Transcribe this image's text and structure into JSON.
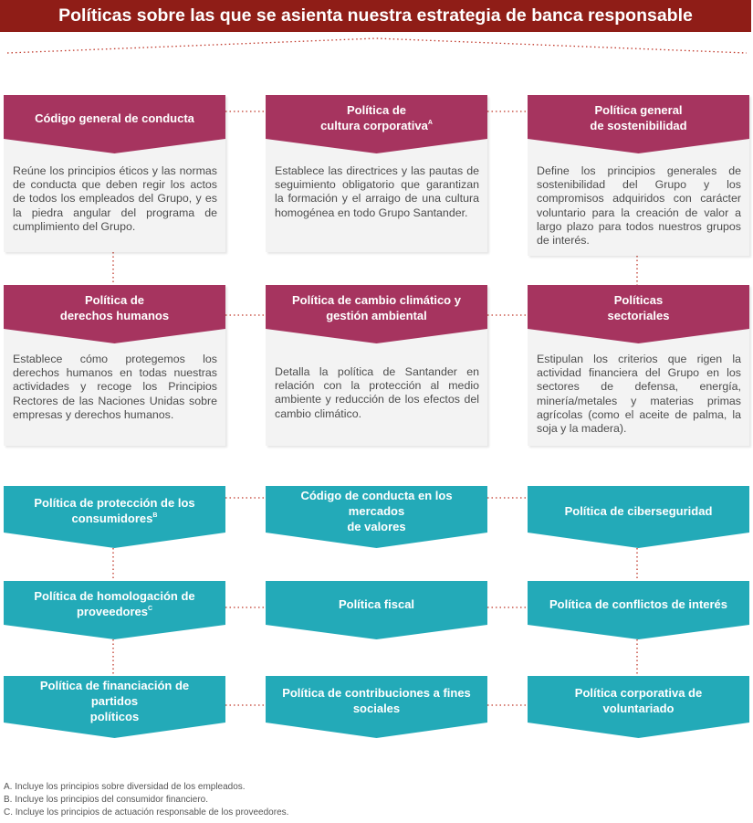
{
  "title": "Políticas sobre las que se asienta nuestra estrategia de banca responsable",
  "colors": {
    "banner": "#8f1d17",
    "maroon_header": "#a6345f",
    "teal_header": "#23aab8",
    "connector": "#c0392b",
    "card_bg": "#f3f3f3",
    "text": "#4d4d4d"
  },
  "policies_with_description": [
    {
      "title": "Código general de conducta",
      "note": "",
      "description": "Reúne los principios éticos y las normas de conducta que deben regir los actos de todos los empleados del Grupo, y es la piedra angular del programa de cumplimiento del Grupo."
    },
    {
      "title": "Política de\ncultura corporativa",
      "note": "A",
      "description": "Establece las directrices y las pautas de seguimiento obligatorio que garantizan la formación y el arraigo de una cultura homogénea en todo Grupo Santander."
    },
    {
      "title": "Política general\nde sostenibilidad",
      "note": "",
      "description": "Define los principios generales de sostenibilidad del Grupo y los compromisos adquiridos con carácter voluntario para la creación de valor a largo plazo para todos nuestros grupos de interés."
    },
    {
      "title": "Política de\nderechos humanos",
      "note": "",
      "description": "Establece cómo protegemos los derechos humanos en todas nuestras actividades y recoge los Principios Rectores de las Naciones Unidas sobre empresas y derechos humanos."
    },
    {
      "title": "Política de cambio climático y\ngestión ambiental",
      "note": "",
      "description": "Detalla la política de Santander en relación con la protección al medio ambiente y reducción de los efectos del cambio climático."
    },
    {
      "title": "Políticas\nsectoriales",
      "note": "",
      "description": "Estipulan los criterios que rigen la actividad financiera del Grupo en los sectores de defensa, energía, minería/metales y materias primas agrícolas (como el aceite de palma, la soja y la madera)."
    }
  ],
  "other_policies": [
    {
      "title": "Política de protección de los\nconsumidores",
      "note": "B"
    },
    {
      "title": "Código de conducta en los mercados\nde valores",
      "note": ""
    },
    {
      "title": "Política de ciberseguridad",
      "note": ""
    },
    {
      "title": "Política de homologación de\nproveedores",
      "note": "C"
    },
    {
      "title": "Política fiscal",
      "note": ""
    },
    {
      "title": "Política de conflictos de interés",
      "note": ""
    },
    {
      "title": "Política de financiación de partidos\npolíticos",
      "note": ""
    },
    {
      "title": "Política de contribuciones a fines\nsociales",
      "note": ""
    },
    {
      "title": "Política corporativa de voluntariado",
      "note": ""
    }
  ],
  "footnotes": [
    "A. Incluye los principios sobre diversidad de los empleados.",
    "B. Incluye los principios del consumidor financiero.",
    "C. Incluye los principios de actuación responsable de los proveedores."
  ]
}
